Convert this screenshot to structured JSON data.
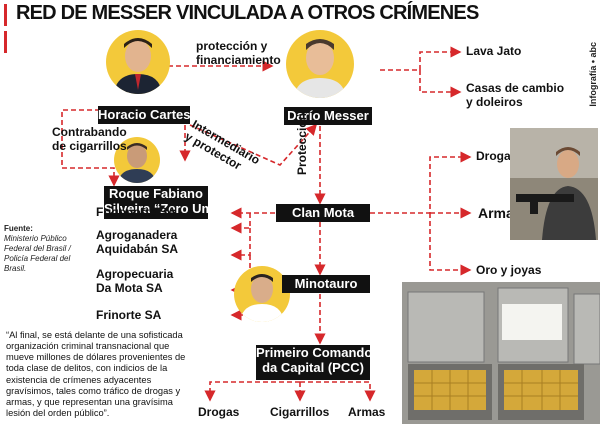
{
  "title": "RED DE MESSER VINCULADA A OTROS CRÍMENES",
  "side_label": "Infografía • abc",
  "colors": {
    "arrow": "#d6282b",
    "box": "#111111",
    "face_bg": "#f3c93a"
  },
  "people": {
    "cartes": "Horacio Cartes",
    "messer": "Darío Messer",
    "roque_line1": "Roque Fabiano",
    "roque_line2": "Silveira “Zero Um”"
  },
  "groups": {
    "clan": "Clan Mota",
    "minotauro": "Minotauro",
    "pcc_line1": "Primeiro Comando",
    "pcc_line2": "da Capital (PCC)"
  },
  "labels": {
    "proteccion_fin_1": "protección y",
    "proteccion_fin_2": "financiamiento",
    "intermediario_1": "Intermediario",
    "intermediario_2": "y protector",
    "proteccion": "Protección",
    "contrabando_1": "Contrabando",
    "contrabando_2": "de cigarrillos",
    "lava_jato": "Lava Jato",
    "casas_1": "Casas de cambio",
    "casas_2": "y doleiros",
    "drogas_right": "Drogas",
    "armas_right": "Armas",
    "oro": "Oro y joyas",
    "drogas_bottom": "Drogas",
    "cigarrillos_bottom": "Cigarrillos",
    "armas_bottom": "Armas"
  },
  "companies": [
    "Frigonorte SA",
    "Agroganadera",
    "Aquidabán SA",
    "Agropecuaria",
    "Da Mota SA",
    "Frinorte SA"
  ],
  "source": {
    "heading": "Fuente:",
    "text": "Ministerio Público Federal del Brasil / Policía Federal del Brasil."
  },
  "quote": "“Al final, se está delante de una sofisticada organización criminal transnacional que mueve millones de dólares provenientes de toda clase de delitos, con indicios de la existencia de crímenes adyacentes gravísimos, tales como tráfico de drogas y armas, y que representan una gravísima lesión del orden público”."
}
